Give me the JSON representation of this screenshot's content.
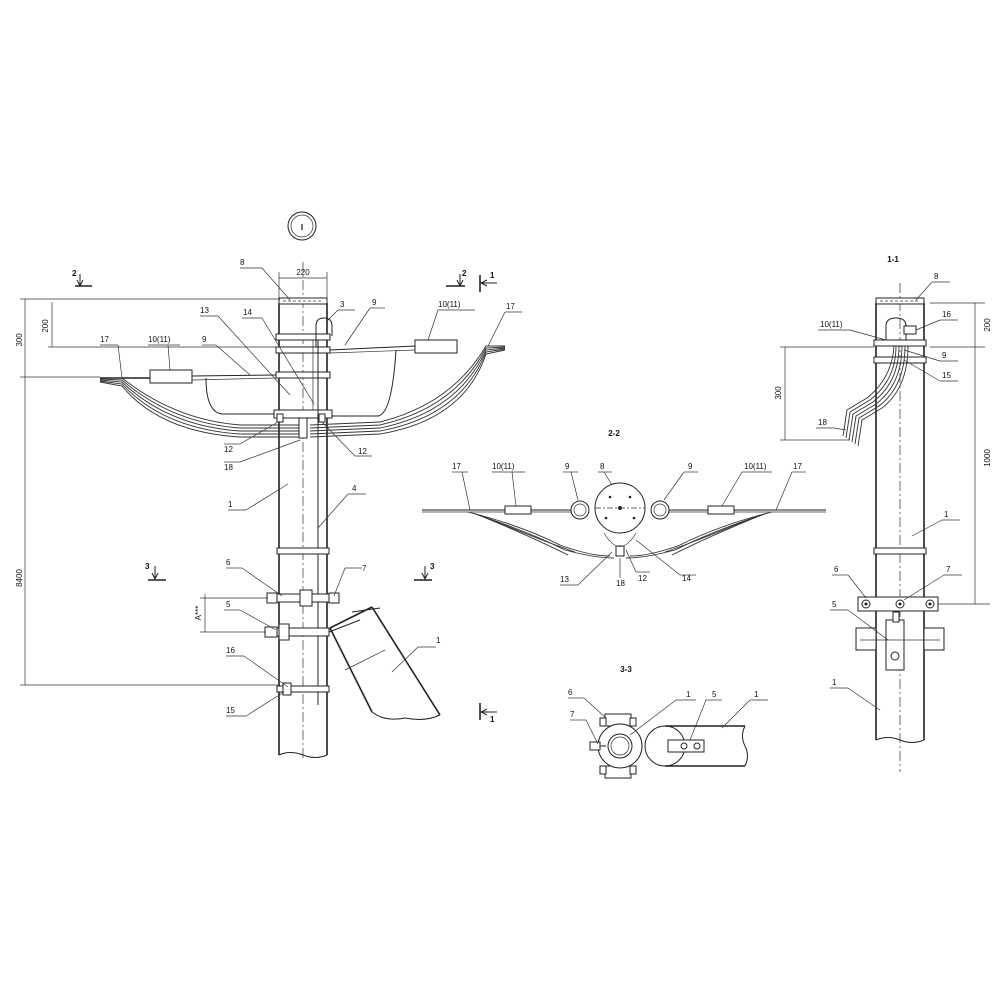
{
  "drawing": {
    "view_marker": "I",
    "sections": {
      "s11": "1-1",
      "s22": "2-2",
      "s33": "3-3"
    },
    "cut_marks": {
      "m2": "2",
      "m1": "1",
      "m3": "3"
    },
    "dimensions": {
      "d220": "220",
      "d200": "200",
      "d300": "300",
      "d8400": "8400",
      "dA": "A***",
      "d1000": "1000"
    },
    "parts": {
      "p1": "1",
      "p3": "3",
      "p4": "4",
      "p5": "5",
      "p6": "6",
      "p7": "7",
      "p8": "8",
      "p9": "9",
      "p10": "10(11)",
      "p12": "12",
      "p13": "13",
      "p14": "14",
      "p15": "15",
      "p16": "16",
      "p17": "17",
      "p18": "18"
    }
  }
}
